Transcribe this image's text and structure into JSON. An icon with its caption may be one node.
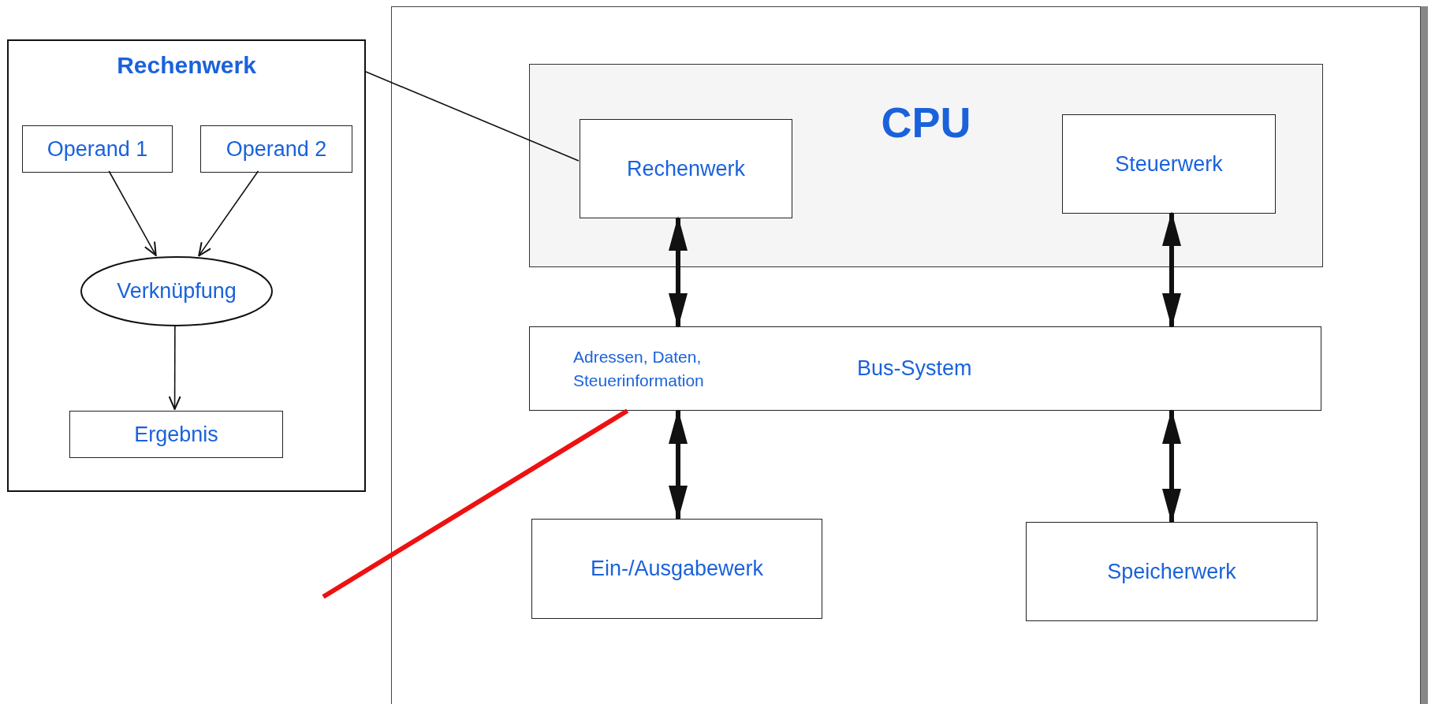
{
  "diagram": {
    "nodes": [
      {
        "text": [
          "Rechenwerk"
        ]
      },
      {
        "text": [
          "Operand 1"
        ],
        "in": 0
      },
      {
        "text": [
          "Operand 2"
        ],
        "in": 0
      },
      {
        "text": [
          "Verknüpfung"
        ],
        "in": 0
      },
      {
        "text": [
          "Ergebnis"
        ],
        "in": 0
      },
      {
        "text": [
          "CPU"
        ]
      },
      {
        "text": [
          "Rechenwerk"
        ],
        "in": 5
      },
      {
        "text": [
          "Steuerwerk"
        ],
        "in": 5
      },
      {
        "text": [
          "Adressen, Daten, Steuerinformation",
          "Bus-System"
        ]
      },
      {
        "text": [
          "Ein-/Ausgabewerk"
        ]
      },
      {
        "text": [
          "Speicherwerk"
        ]
      }
    ],
    "edges": [
      {
        "from": 1,
        "to": 3,
        "arrow": "to"
      },
      {
        "from": 2,
        "to": 3,
        "arrow": "to"
      },
      {
        "from": 3,
        "to": 4,
        "arrow": "to"
      },
      {
        "from": 0,
        "to": 6,
        "arrow": "none"
      },
      {
        "from": 6,
        "to": 8,
        "arrow": "both"
      },
      {
        "from": 7,
        "to": 8,
        "arrow": "both"
      },
      {
        "from": 8,
        "to": 9,
        "arrow": "both"
      },
      {
        "from": 8,
        "to": 10,
        "arrow": "both"
      },
      {
        "from": null,
        "to": 8,
        "arrow": "none",
        "color": "#ee1111"
      }
    ]
  }
}
